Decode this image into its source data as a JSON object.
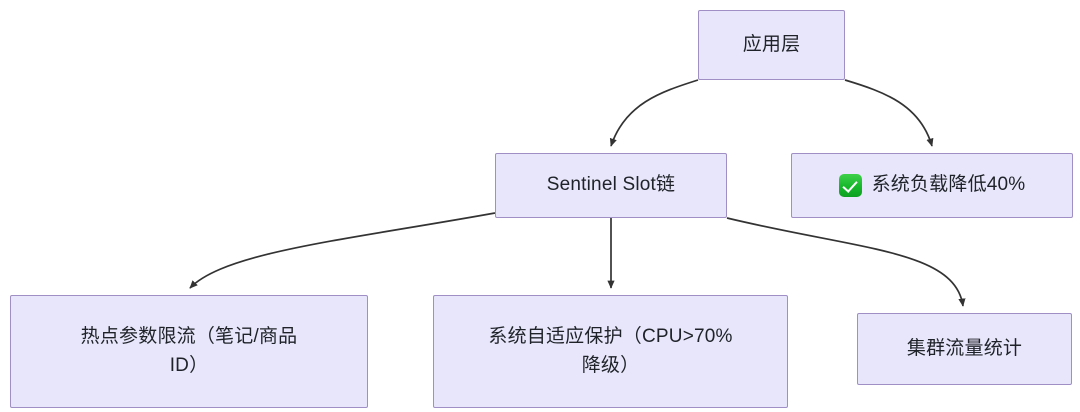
{
  "diagram": {
    "type": "flowchart",
    "direction": "top-down",
    "background_color": "#ffffff",
    "node_fill_color": "#e8e6fa",
    "node_border_color": "#9f8fc4",
    "edge_color": "#333333",
    "text_color": "#1f2329",
    "nodes": [
      {
        "id": "app-layer",
        "label": "应用层"
      },
      {
        "id": "sentinel-slot",
        "label": "Sentinel Slot链"
      },
      {
        "id": "load-reduction",
        "label": "系统负载降低40%",
        "icon": "green-check-badge-icon"
      },
      {
        "id": "hotspot-limit",
        "label": "热点参数限流（笔记/商品\nID）"
      },
      {
        "id": "adaptive-prot",
        "label": "系统自适应保护（CPU>70%\n降级）"
      },
      {
        "id": "cluster-stats",
        "label": "集群流量统计"
      }
    ],
    "edges": [
      {
        "from": "app-layer",
        "to": "sentinel-slot",
        "label": ""
      },
      {
        "from": "app-layer",
        "to": "load-reduction",
        "label": ""
      },
      {
        "from": "sentinel-slot",
        "to": "hotspot-limit",
        "label": ""
      },
      {
        "from": "sentinel-slot",
        "to": "adaptive-prot",
        "label": ""
      },
      {
        "from": "sentinel-slot",
        "to": "cluster-stats",
        "label": ""
      }
    ]
  }
}
